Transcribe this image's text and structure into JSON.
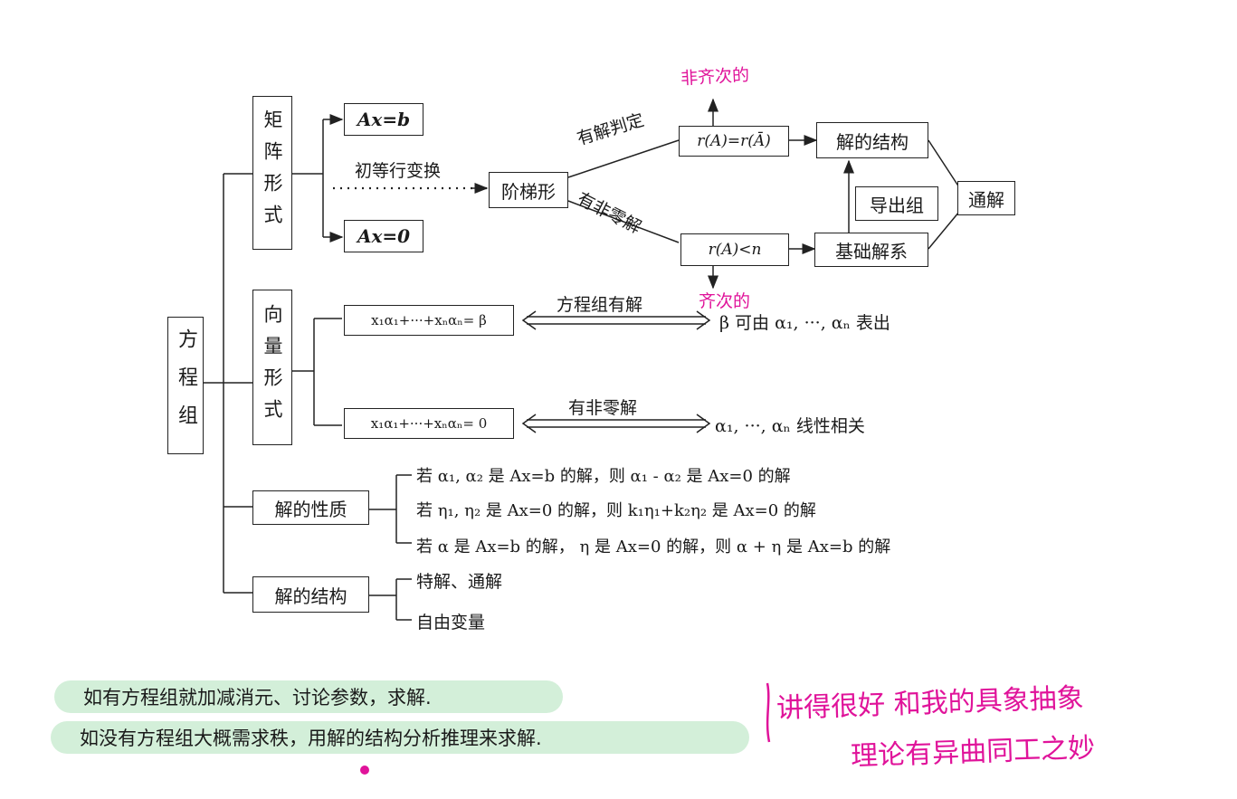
{
  "root": "方程组",
  "branches": {
    "matrix": "矩阵形式",
    "vector": "向量形式",
    "properties": "解的性质",
    "structure": "解的结构"
  },
  "matrix_part": {
    "axb": "Ax=b",
    "ax0": "Ax=0",
    "transform": "初等行变换",
    "echelon": "阶梯形",
    "has_solution": "有解判定",
    "has_nonzero": "有非零解",
    "rank_eq": "r(A)=r(Ā)",
    "rank_lt": "r(A)<n",
    "sol_structure": "解的结构",
    "derived": "导出组",
    "basic_system": "基础解系",
    "general": "通解"
  },
  "vector_part": {
    "eq1": "x₁α₁+···+xₙαₙ= β",
    "eq1_label": "方程组有解",
    "eq1_result": "β 可由 α₁, ···, αₙ 表出",
    "eq2": "x₁α₁+···+xₙαₙ= 0",
    "eq2_label": "有非零解",
    "eq2_result": "α₁, ···, αₙ 线性相关"
  },
  "properties_items": [
    "若 α₁, α₂ 是 Ax=b 的解，则 α₁ - α₂ 是 Ax=0 的解",
    "若 η₁, η₂ 是 Ax=0 的解，则 k₁η₁+k₂η₂ 是 Ax=0 的解",
    "若 α 是 Ax=b 的解， η 是 Ax=0 的解，则 α + η 是 Ax=b 的解"
  ],
  "structure_items": [
    "特解、通解",
    "自由变量"
  ],
  "highlights": [
    "如有方程组就加减消元、讨论参数，求解.",
    "如没有方程组大概需求秩，用解的结构分析推理来求解."
  ],
  "handwriting": {
    "note_top": "非齐次的",
    "note_bottom": "齐次的",
    "comment_line1": "讲得很好 和我的具象抽象",
    "comment_line2": "理论有异曲同工之妙"
  },
  "colors": {
    "highlight": "#d3efd9",
    "ink": "#e0139a"
  }
}
